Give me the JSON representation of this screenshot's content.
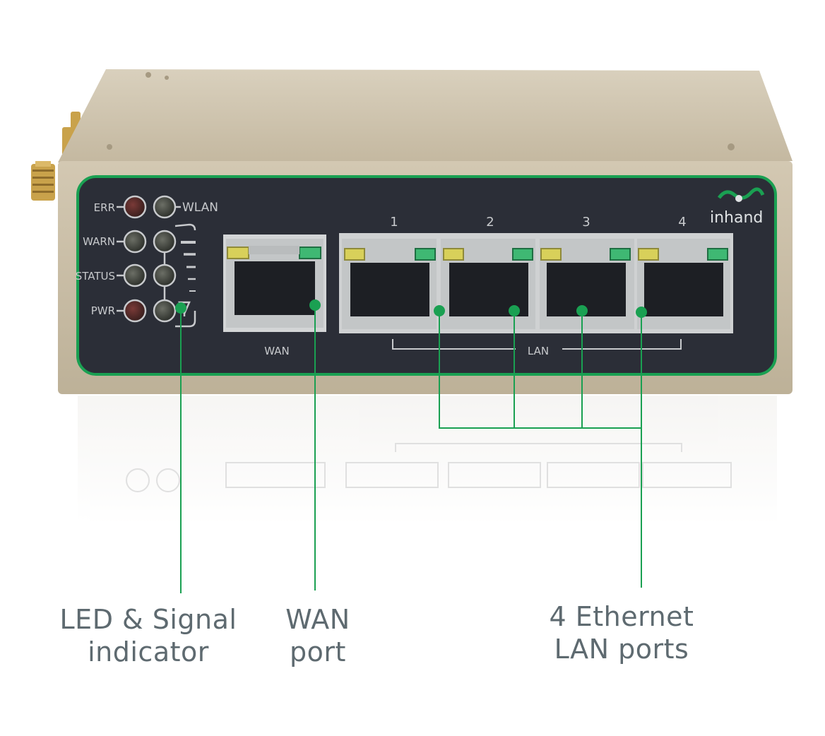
{
  "panel": {
    "led_labels": {
      "err": "ERR",
      "warn": "WARN",
      "status": "STATUS",
      "pwr": "PWR",
      "wlan": "WLAN"
    },
    "port_numbers": [
      "1",
      "2",
      "3",
      "4"
    ],
    "wan_label": "WAN",
    "lan_label": "LAN",
    "brand": "inhand"
  },
  "callouts": {
    "led": {
      "line1": "LED & Signal",
      "line2": "indicator"
    },
    "wan": {
      "line1": "WAN",
      "line2": "port"
    },
    "lan": {
      "line1": "4 Ethernet",
      "line2": "LAN ports"
    }
  },
  "colors": {
    "accent_green": "#1aa052",
    "case_beige": "#cbbfa6",
    "panel_dark": "#2b2e37",
    "callout_text": "#5e6a70"
  }
}
